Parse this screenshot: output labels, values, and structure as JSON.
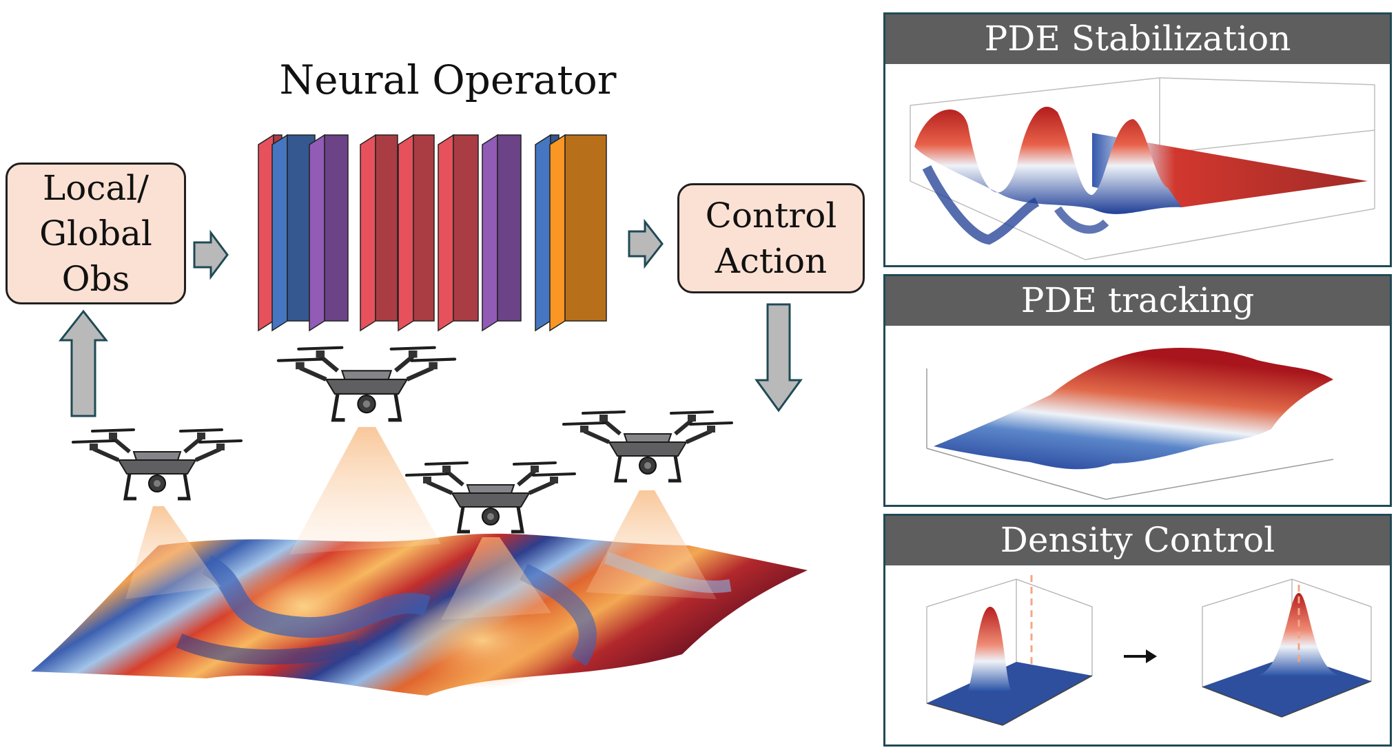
{
  "diagram": {
    "observation": {
      "lines": [
        "Local/",
        "Global",
        "Obs"
      ]
    },
    "operator": {
      "title": "Neural Operator"
    },
    "action": {
      "lines": [
        "Control",
        "Action"
      ]
    },
    "panels": {
      "stabilization": "PDE Stabilization",
      "tracking": "PDE tracking",
      "density": "Density Control"
    },
    "colors": {
      "box_fill": "#fbe1d3",
      "arrow_fill": "#b9b9b9",
      "arrow_stroke": "#1f4a55",
      "panel_header": "#5e5e5e",
      "panel_border": "#1f4a55",
      "layer_red": "#c84650",
      "layer_blue": "#3d67a8",
      "layer_purple": "#7e4f9e",
      "layer_orange": "#d9821e"
    },
    "operator_layers": [
      "red",
      "blue",
      "purple",
      "red",
      "red",
      "red",
      "purple",
      "blue",
      "orange"
    ],
    "drone_count": 4
  }
}
